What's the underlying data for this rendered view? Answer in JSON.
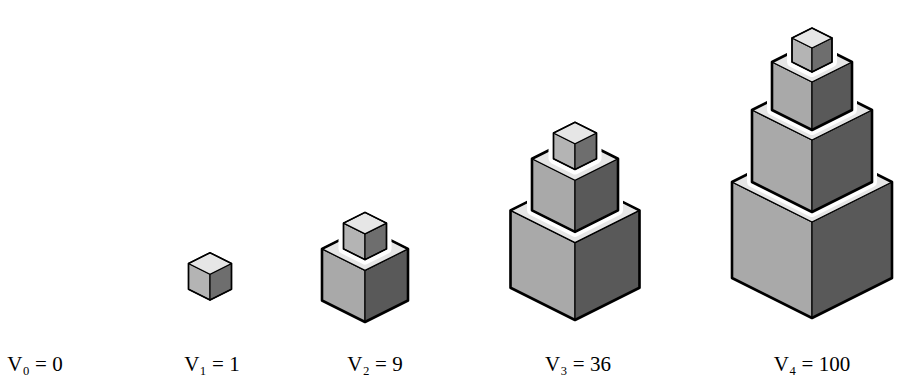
{
  "diagram": {
    "labels": [
      "V₀ = 0",
      "V₁ = 1",
      "V₂ = 9",
      "V₃ = 36",
      "V₄ = 100"
    ]
  }
}
